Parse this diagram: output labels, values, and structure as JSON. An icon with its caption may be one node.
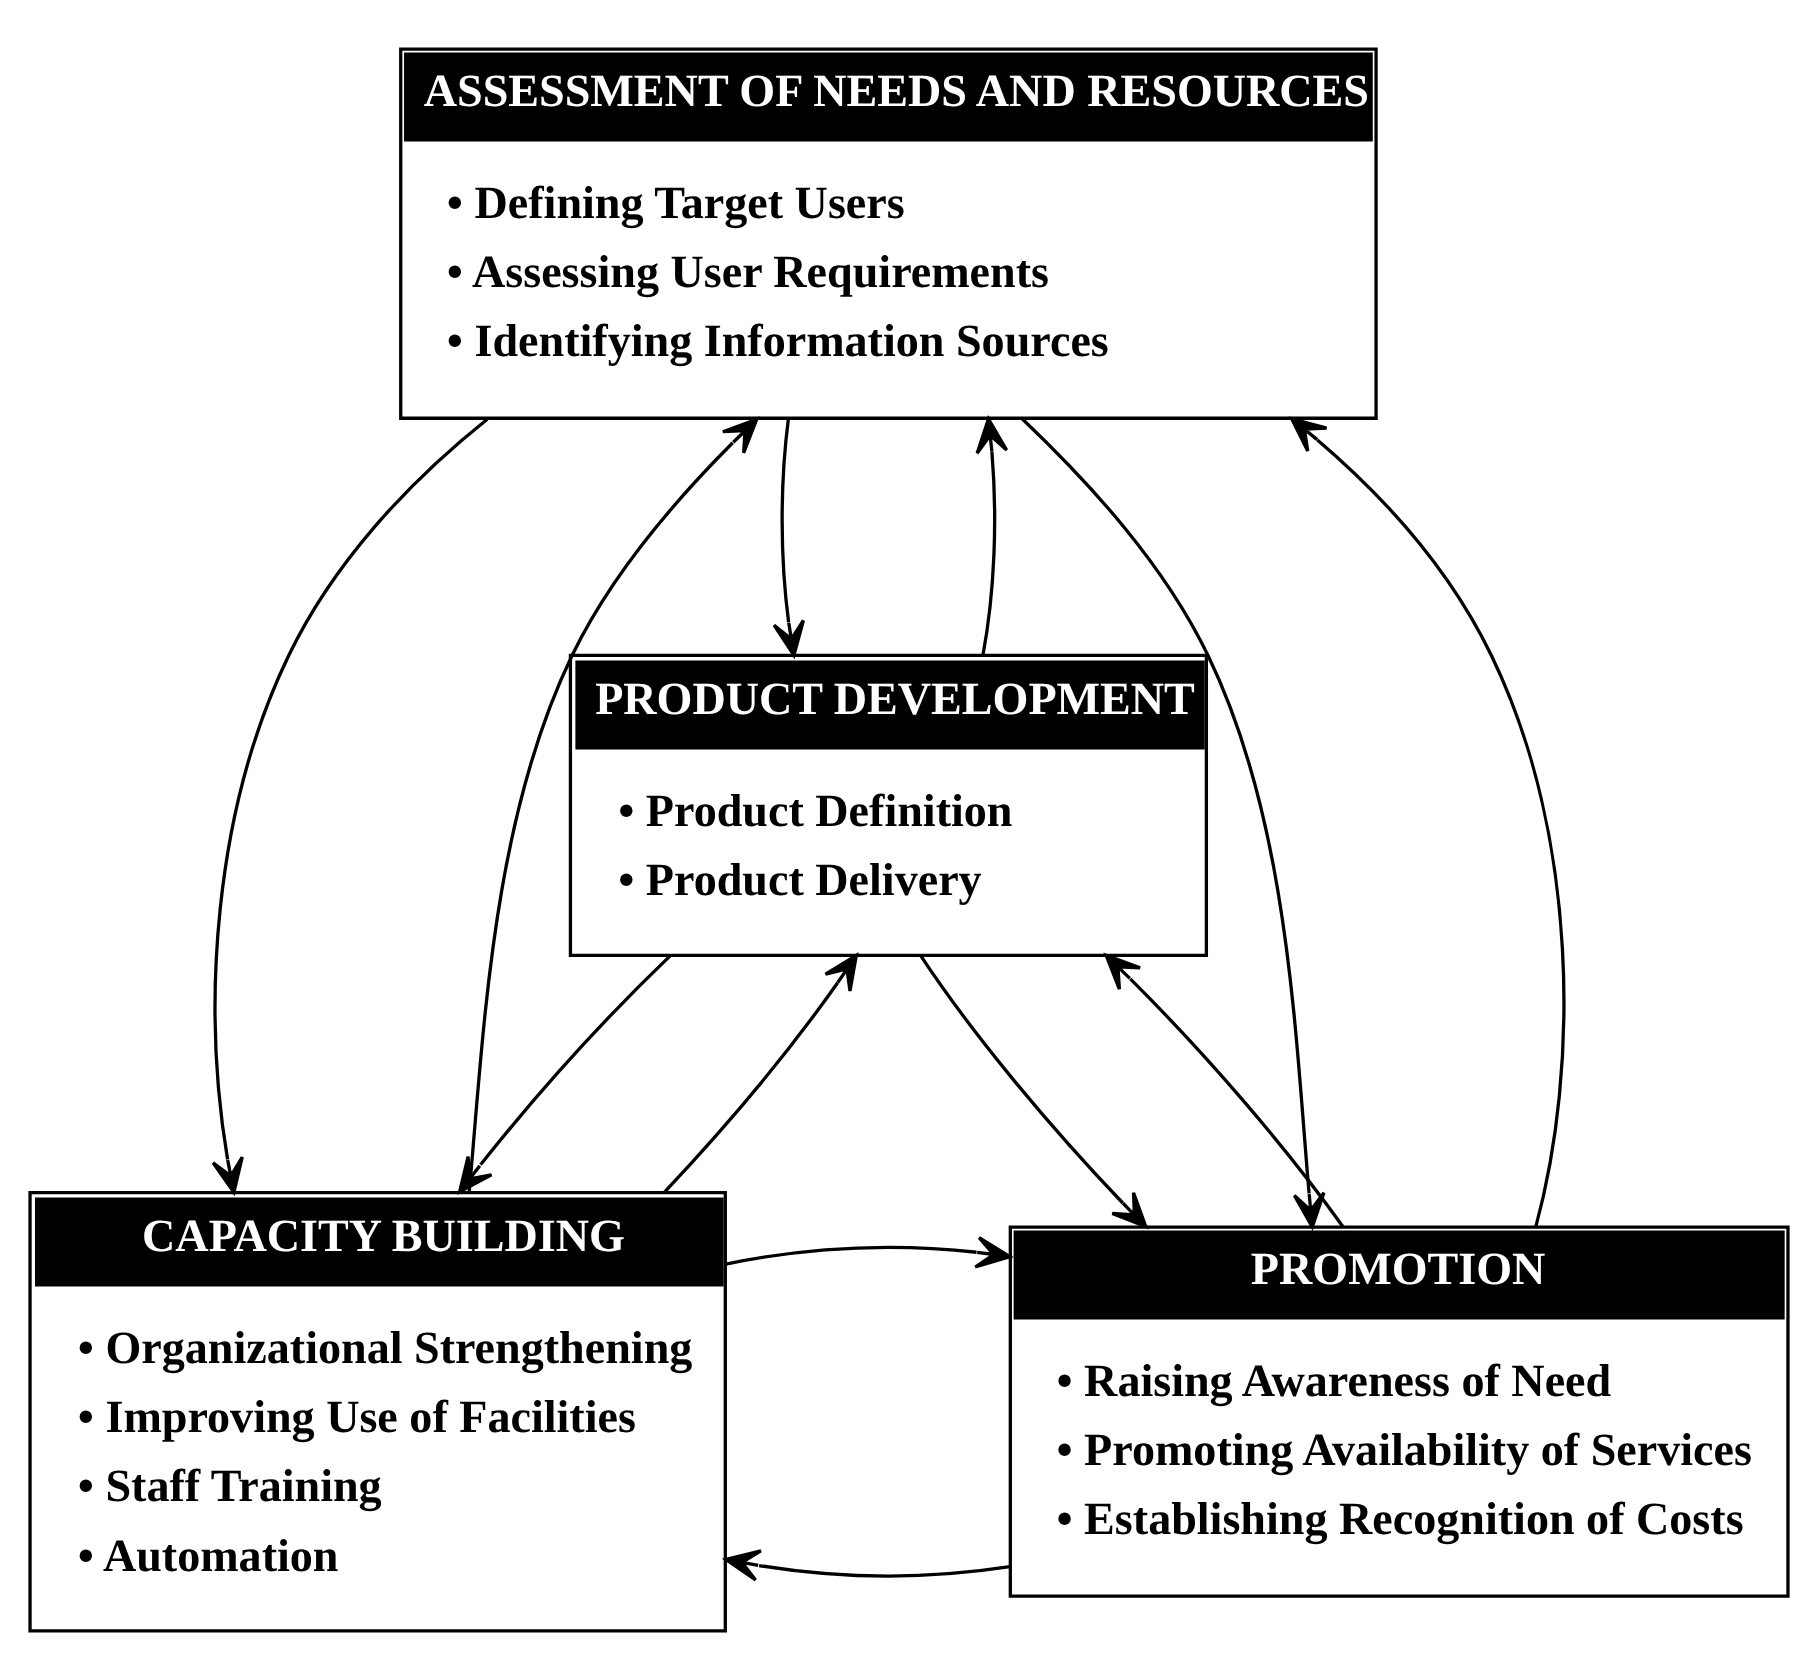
{
  "diagram": {
    "nodes": [
      {
        "text": [
          "ASSESSMENT OF NEEDS AND RESOURCES",
          "• Defining Target Users",
          "• Assessing User Requirements",
          "• Identifying Information Sources"
        ]
      },
      {
        "text": [
          "PRODUCT DEVELOPMENT",
          "• Product Definition",
          "• Product Delivery"
        ]
      },
      {
        "text": [
          "CAPACITY BUILDING",
          "• Organizational Strengthening",
          "• Improving Use of Facilities",
          "• Staff Training",
          "• Automation"
        ]
      },
      {
        "text": [
          "PROMOTION",
          "• Raising Awareness of Need",
          "• Promoting Availability of Services",
          "• Establishing Recognition of Costs"
        ]
      }
    ],
    "edges": [
      {
        "from": 1,
        "to": 0,
        "arrow": "to"
      },
      {
        "from": 0,
        "to": 1,
        "arrow": "to"
      },
      {
        "from": 2,
        "to": 0,
        "arrow": "to"
      },
      {
        "from": 0,
        "to": 2,
        "arrow": "to"
      },
      {
        "from": 3,
        "to": 0,
        "arrow": "to"
      },
      {
        "from": 0,
        "to": 3,
        "arrow": "to"
      },
      {
        "from": 1,
        "to": 2,
        "arrow": "to"
      },
      {
        "from": 2,
        "to": 1,
        "arrow": "to"
      },
      {
        "from": 3,
        "to": 1,
        "arrow": "to"
      },
      {
        "from": 1,
        "to": 3,
        "arrow": "to"
      },
      {
        "from": 3,
        "to": 2,
        "arrow": "to"
      },
      {
        "from": 2,
        "to": 3,
        "arrow": "to"
      }
    ]
  }
}
